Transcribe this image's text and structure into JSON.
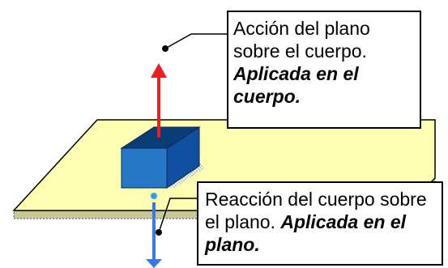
{
  "colors": {
    "plane_top": "#ffffb4",
    "plane_edge": "#c8c896",
    "box_top": "#0a3d78",
    "box_front": "#2878c8",
    "box_side": "#1050a0",
    "action_arrow": "#e82020",
    "reaction_arrow": "#3a78e6",
    "reaction_dot": "#2aa3e6"
  },
  "callouts": {
    "action": {
      "normal": "Acción del plano sobre el cuerpo.",
      "emphasis": "Aplicada en el cuerpo."
    },
    "reaction": {
      "normal": "Reacción del cuerpo sobre el plano.",
      "emphasis": "Aplicada en el plano."
    }
  }
}
